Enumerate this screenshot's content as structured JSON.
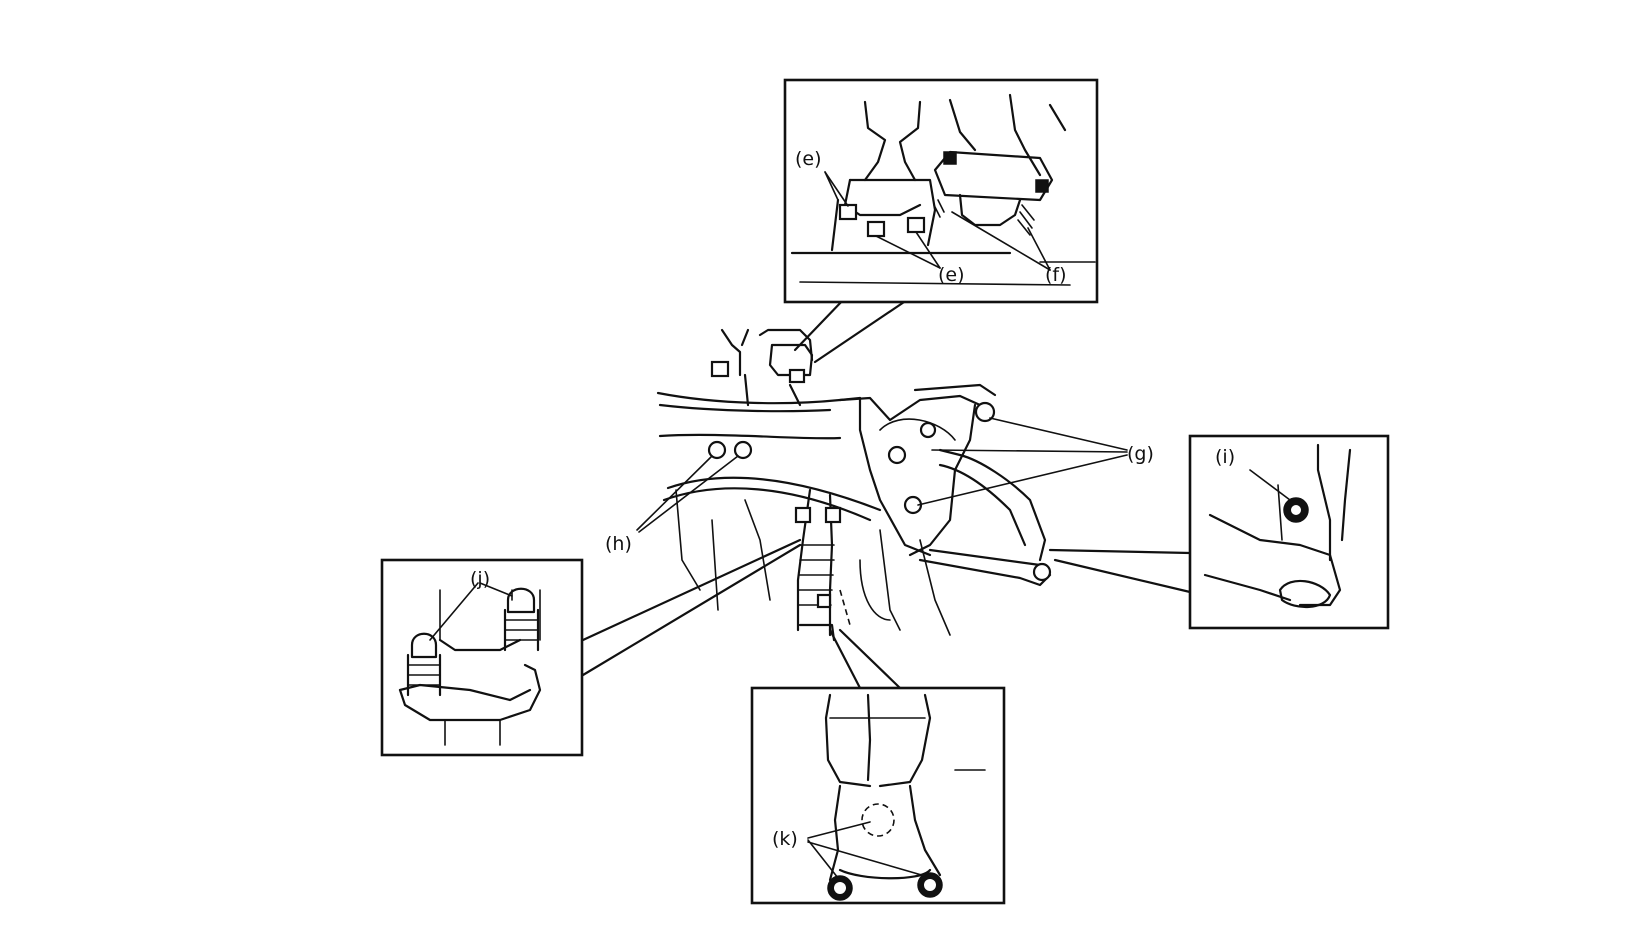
{
  "labels": {
    "e_top": "(e)",
    "e_bottom": "(e)",
    "f": "(f)",
    "g": "(g)",
    "h": "(h)",
    "i": "(i)",
    "j": "(j)",
    "k": "(k)"
  }
}
